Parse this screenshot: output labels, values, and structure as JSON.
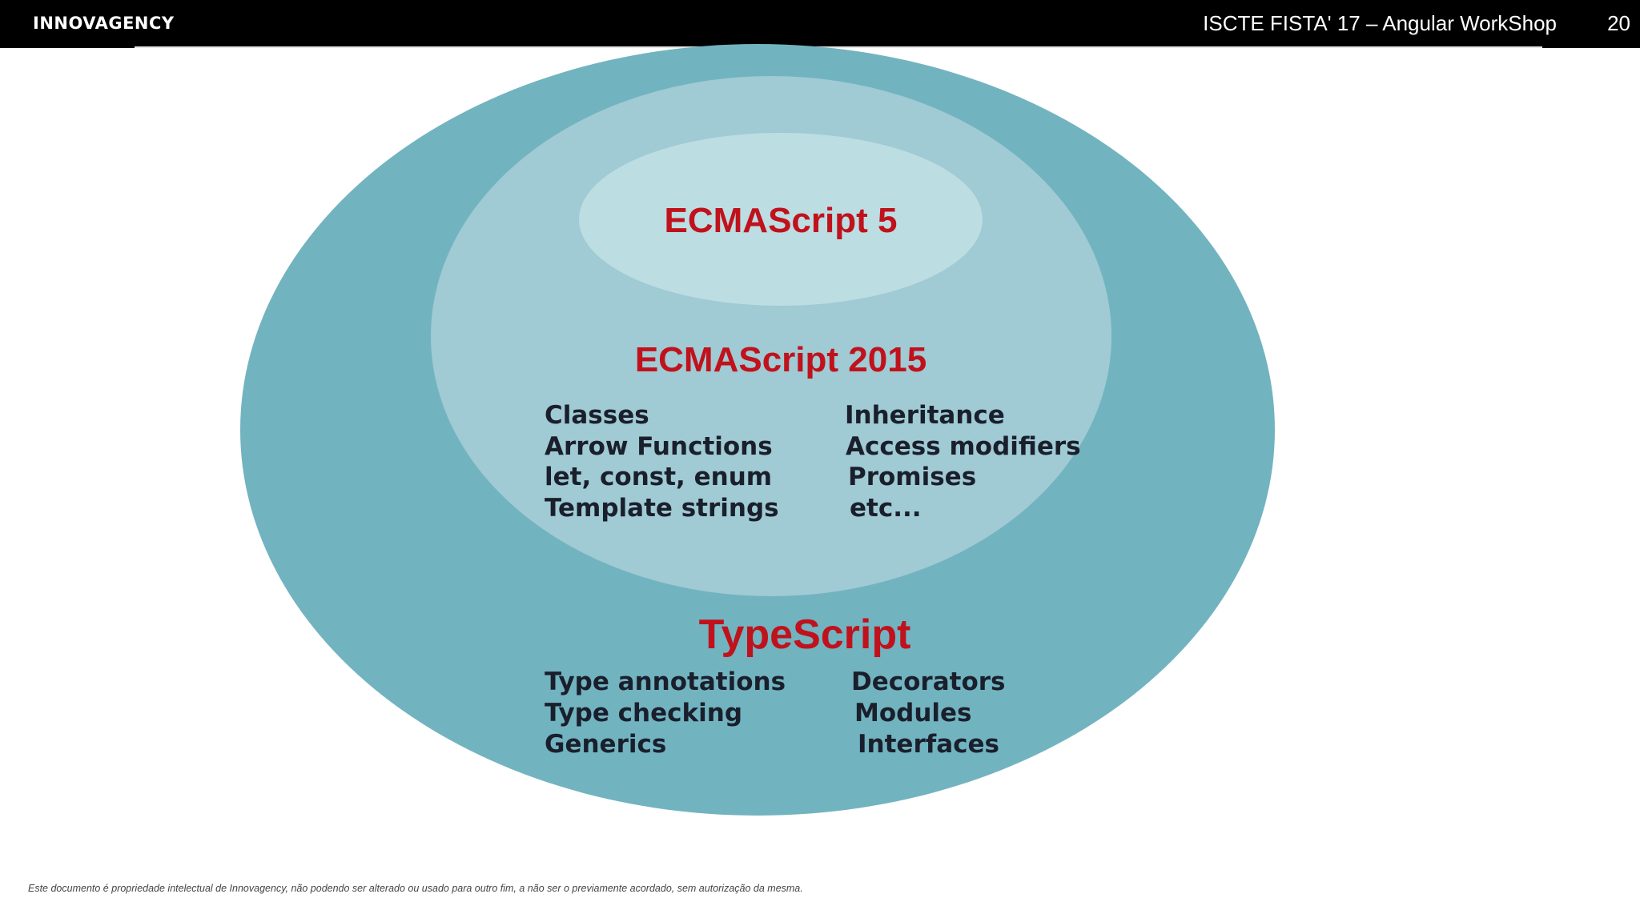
{
  "header": {
    "logo": "INNOVAGENCY",
    "title": "ISCTE FISTA' 17 – Angular WorkShop",
    "page_number": "20"
  },
  "colors": {
    "header_bg": "#000000",
    "outer_ring": "#72b3c0",
    "middle_ring": "#a0cad4",
    "inner_ring": "#bcdde2",
    "title_red": "#c0121c",
    "feature_text": "#1a1f2c"
  },
  "diagram": {
    "ecmascript5": {
      "title": "ECMAScript 5"
    },
    "ecmascript2015": {
      "title": "ECMAScript 2015",
      "features_left": [
        "Classes",
        "Arrow Functions",
        "let, const, enum",
        "Template strings"
      ],
      "features_right": [
        "Inheritance",
        "Access modifiers",
        "Promises",
        "etc..."
      ]
    },
    "typescript": {
      "title": "TypeScript",
      "features_left": [
        "Type annotations",
        "Type checking",
        "Generics"
      ],
      "features_right": [
        "Decorators",
        "Modules",
        "Interfaces"
      ]
    }
  },
  "footer": {
    "disclaimer": "Este documento é propriedade intelectual de Innovagency, não podendo ser alterado ou usado para outro fim, a não ser o previamente acordado, sem autorização da mesma."
  }
}
